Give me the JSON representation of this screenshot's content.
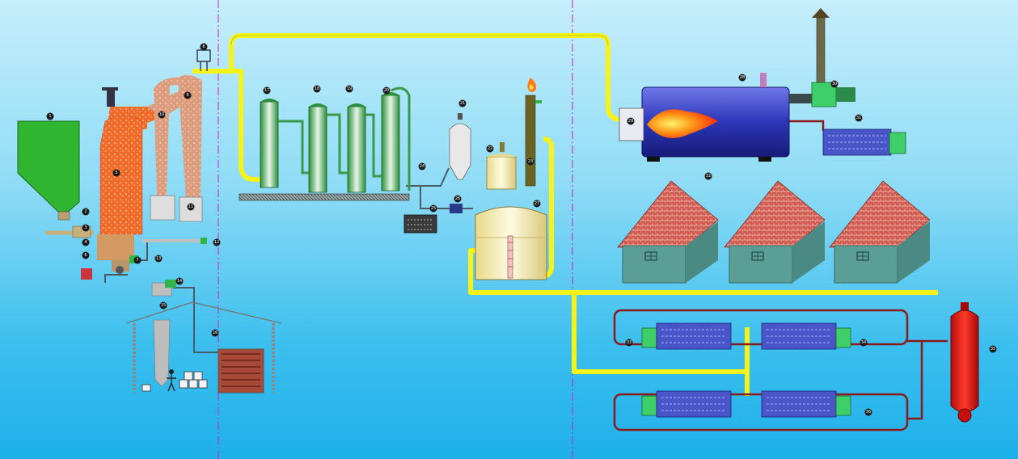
{
  "diagram": {
    "kind": "biomass gasification power generation process flow",
    "callout_numbers": [
      "1",
      "2",
      "3",
      "4",
      "5",
      "6",
      "7",
      "8",
      "9",
      "10",
      "11",
      "12",
      "13",
      "14",
      "15",
      "16",
      "17",
      "18",
      "19",
      "20",
      "21",
      "22",
      "23",
      "24",
      "25",
      "26",
      "27",
      "28",
      "29",
      "30",
      "31",
      "32",
      "33",
      "34",
      "35",
      "36"
    ],
    "colors": {
      "background_top": "#c6eefb",
      "background_bottom": "#1eb0ea",
      "gas_pipe": "#f7f318",
      "hot_water_pipe": "#8b1a1a",
      "hopper": "#2fb52f",
      "gasifier": "#f06a2a",
      "cyclone": "#d98a5c",
      "boiler": "#2d36b8",
      "flame": "#ff5a00",
      "roof": "#d05a50",
      "house_wall": "#5a9e96",
      "generator_engine": "#4a55c8",
      "generator_alternator": "#3ecf6a",
      "heat_exchanger": "#e82a1a",
      "gas_holder": "#fff6c8",
      "pipe_grey": "#4b5a63"
    },
    "icons": [
      "flare-flame-icon",
      "chimney-icon",
      "generator-set-icon",
      "house-icon",
      "worker-icon",
      "tank-icon",
      "cyclone-icon"
    ]
  }
}
